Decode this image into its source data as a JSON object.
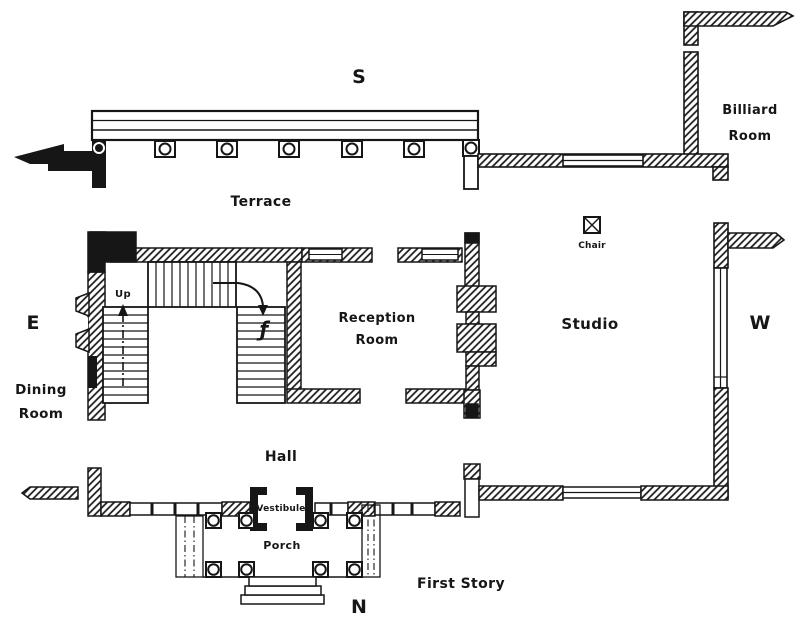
{
  "drawing": {
    "plan_label": "First Story",
    "compass": {
      "south": "S",
      "north": "N",
      "east": "E",
      "west": "W"
    },
    "rooms": {
      "terrace": "Terrace",
      "billiard": "Billiard Room",
      "dining": "Dining Room",
      "reception": "Reception Room",
      "studio": "Studio",
      "hall": "Hall",
      "vestibule": "Vestibule",
      "porch": "Porch"
    },
    "annotations": {
      "up": "Up",
      "chair": "Chair",
      "stair_mark": "ƒ"
    },
    "colors": {
      "ink": "#161616",
      "paper": "#ffffff"
    }
  }
}
